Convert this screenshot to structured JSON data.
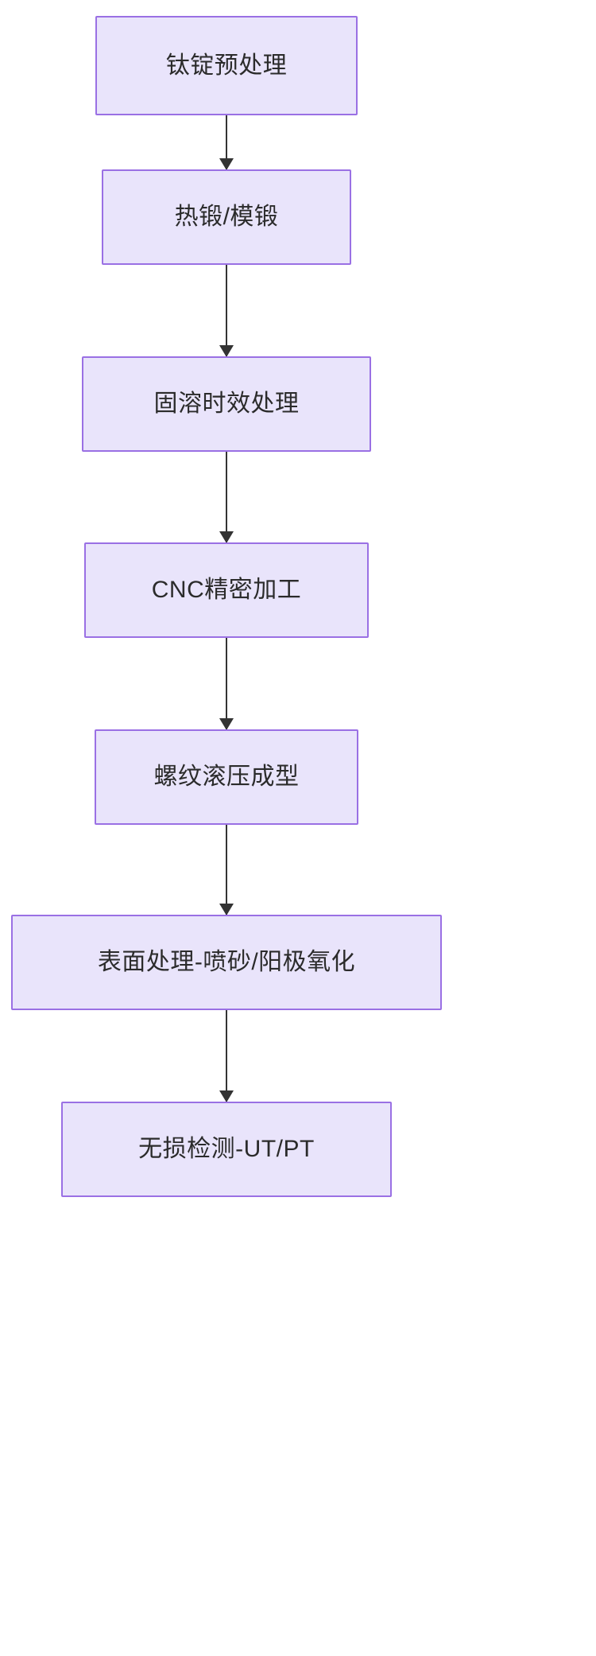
{
  "diagram": {
    "type": "flowchart",
    "orientation": "top-to-bottom",
    "title": "",
    "background_color": "#ffffff",
    "node_fill_color": "#e9e4fb",
    "node_border_color": "#9a70e4",
    "node_text_color": "#2b2b2b",
    "connector_color": "#333333",
    "nodes": [
      {
        "id": "n1",
        "label": "钛锭预处理"
      },
      {
        "id": "n2",
        "label": "热锻/模锻"
      },
      {
        "id": "n3",
        "label": "固溶时效处理"
      },
      {
        "id": "n4",
        "label": "CNC精密加工"
      },
      {
        "id": "n5",
        "label": "螺纹滚压成型"
      },
      {
        "id": "n6",
        "label": "表面处理-喷砂/阳极氧化"
      },
      {
        "id": "n7",
        "label": "无损检测-UT/PT"
      }
    ],
    "edges": [
      {
        "id": "e1",
        "from": "n1",
        "to": "n2",
        "label": "",
        "arrow": "arrow-down-icon"
      },
      {
        "id": "e2",
        "from": "n2",
        "to": "n3",
        "label": "",
        "arrow": "arrow-down-icon"
      },
      {
        "id": "e3",
        "from": "n3",
        "to": "n4",
        "label": "",
        "arrow": "arrow-down-icon"
      },
      {
        "id": "e4",
        "from": "n4",
        "to": "n5",
        "label": "",
        "arrow": "arrow-down-icon"
      },
      {
        "id": "e5",
        "from": "n5",
        "to": "n6",
        "label": "",
        "arrow": "arrow-down-icon"
      },
      {
        "id": "e6",
        "from": "n6",
        "to": "n7",
        "label": "",
        "arrow": "arrow-down-icon"
      }
    ]
  }
}
